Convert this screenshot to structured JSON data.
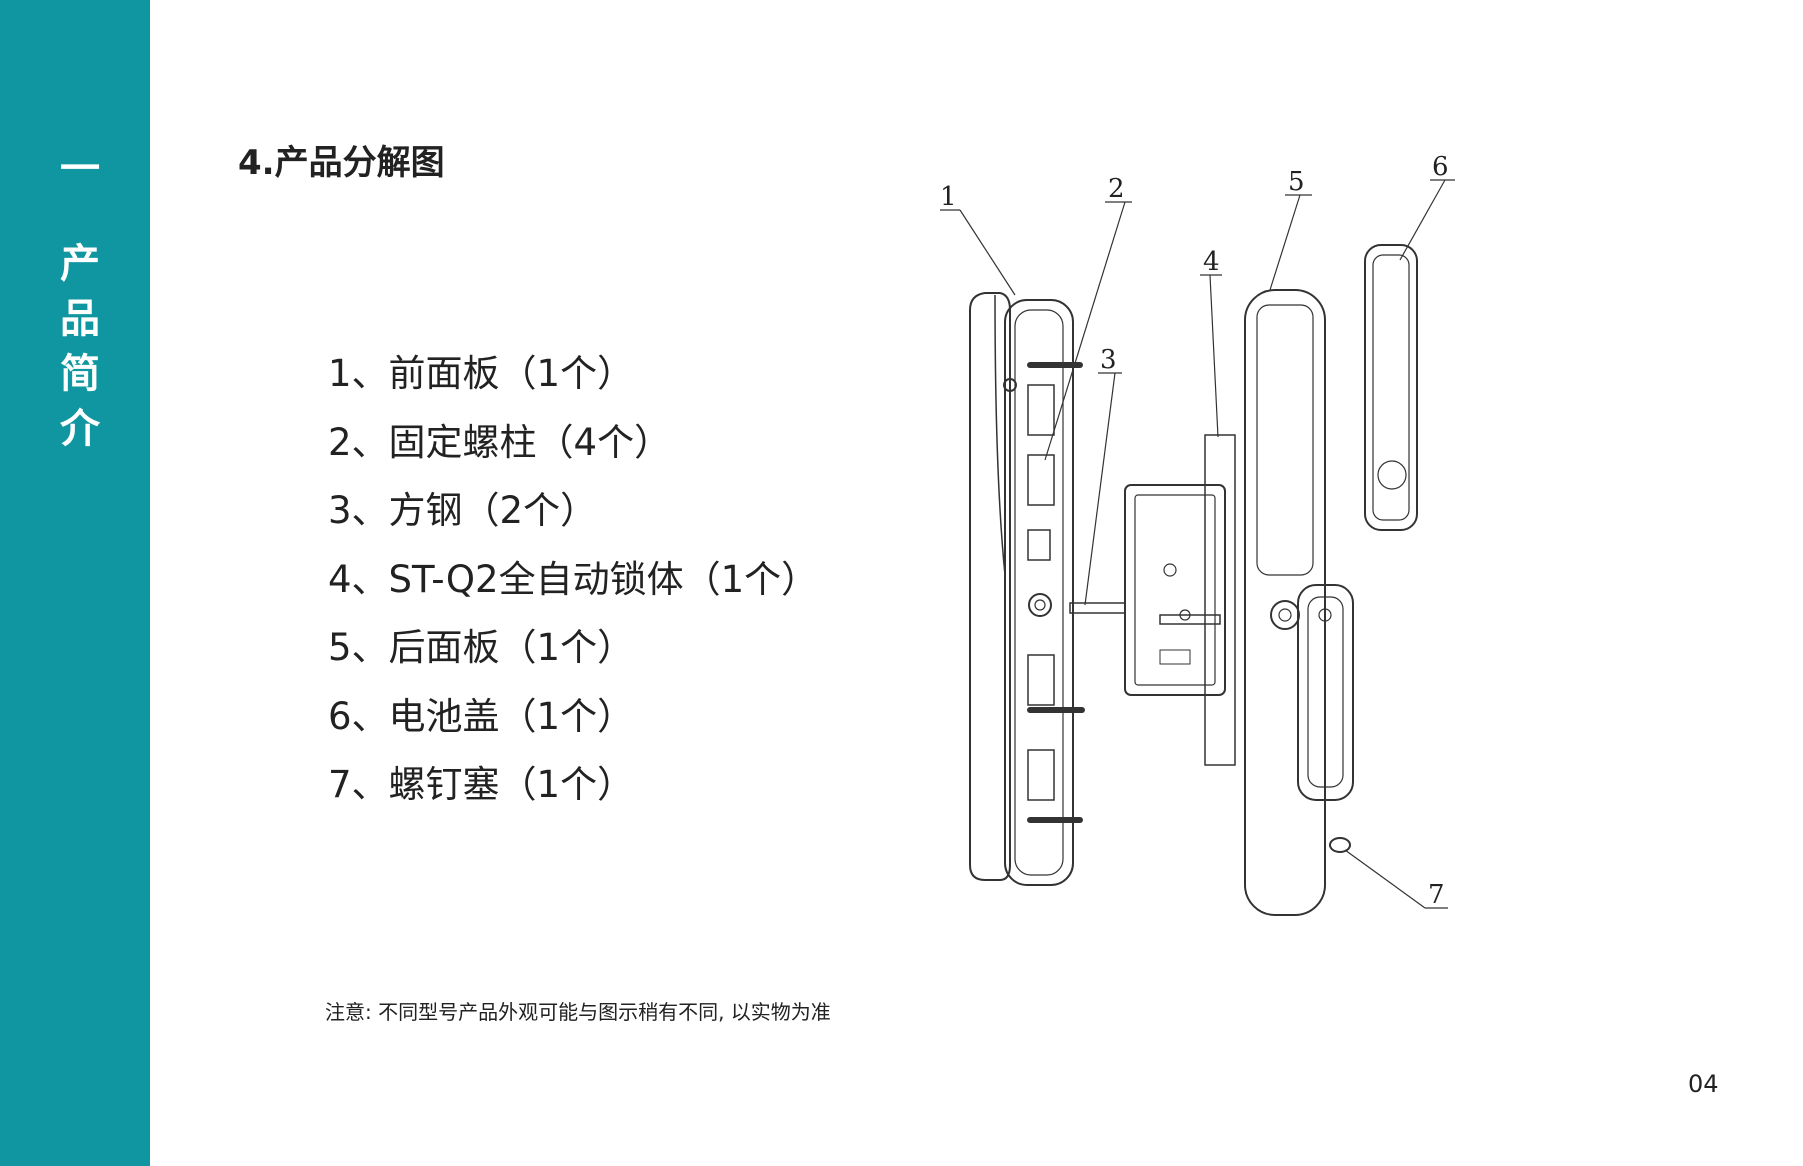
{
  "sidebar": {
    "chapter_marker": "一",
    "title_chars": [
      "产",
      "品",
      "简",
      "介"
    ]
  },
  "section_title": "4.产品分解图",
  "parts": [
    "1、前面板（1个）",
    "2、固定螺柱（4个）",
    "3、方钢（2个）",
    "4、ST-Q2全自动锁体（1个）",
    "5、后面板（1个）",
    "6、电池盖（1个）",
    "7、螺钉塞（1个）"
  ],
  "diagram_labels": [
    "1",
    "2",
    "3",
    "4",
    "5",
    "6",
    "7"
  ],
  "note": "注意: 不同型号产品外观可能与图示稍有不同, 以实物为准",
  "page_number": "04",
  "colors": {
    "sidebar": "#0f96a0",
    "text": "#222222"
  }
}
